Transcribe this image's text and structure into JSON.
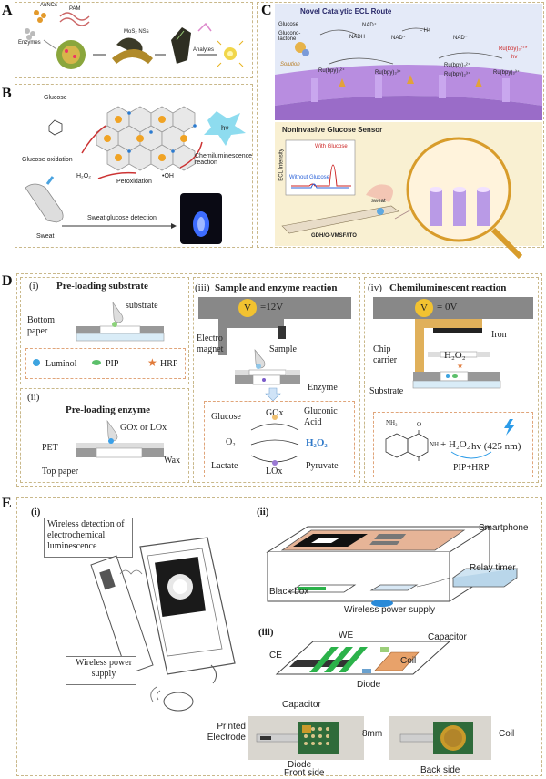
{
  "panels": {
    "a": "A",
    "b": "B",
    "c": "C",
    "d": "D",
    "e": "E"
  },
  "panel_a": {
    "labels": {
      "aunc": "AuNCs",
      "pam": "PAM",
      "enzymes": "Enzymes",
      "mos2": "MoS₂ NSs",
      "analytes": "Analytes"
    }
  },
  "panel_b": {
    "glucose": "Glucose",
    "glucose_ox": "Glucose oxidation",
    "h2o2": "H₂O₂",
    "peroxidation": "Peroxidation",
    "oh": "•OH",
    "chemilum": "Chemiluminescence reaction",
    "hv": "hν",
    "sweat_detect": "Sweat glucose detection",
    "sweat": "Sweat"
  },
  "panel_c": {
    "route_title": "Novel Catalytic ECL Route",
    "glucose": "Glucose",
    "gluconolactone": "Glucono-lactone",
    "nad_plus": "NAD⁺",
    "nadh": "NADH",
    "nad_plus2": "NAD⁺",
    "nad_minus": "NAD⁻",
    "h_minus": "- H⁺",
    "ru2": "Ru(bpy)₃²⁺",
    "ru3": "Ru(bpy)₃³⁺",
    "ru2b": "Ru(bpy)₃²⁺",
    "ru2star": "Ru(bpy)₃²⁺*",
    "hv": "hv",
    "ru3b": "Ru(bpy)₃³⁺",
    "ru3c": "Ru(bpy)₃³⁺",
    "solution": "Solution",
    "sensor_title": "Noninvasive Glucose Sensor",
    "with_glucose": "With Glucose",
    "without_glucose": "Without Glucose",
    "ecl_intensity": "ECL Intensity",
    "sweat": "sweat",
    "electrode": "GDH/O-VMSF/ITO"
  },
  "panel_d": {
    "i_title": "Pre-loading substrate",
    "i_num": "(i)",
    "substrate": "substrate",
    "bottom_paper": "Bottom paper",
    "luminol": "Luminol",
    "pip": "PIP",
    "hrp": "HRP",
    "ii_num": "(ii)",
    "ii_title": "Pre-loading enzyme",
    "gox_lox": "GOx or LOx",
    "pet": "PET",
    "wax": "Wax",
    "top_paper": "Top paper",
    "iii_num": "(iii)",
    "iii_title": "Sample and enzyme reaction",
    "v1": "V",
    "v1_val": "=12V",
    "electromagnet": "Electro magnet",
    "sample": "Sample",
    "enzyme": "Enzyme",
    "glucose": "Glucose",
    "gox": "GOx",
    "gluconic": "Gluconic Acid",
    "o2": "O₂",
    "h2o2": "H₂O₂",
    "lactate": "Lactate",
    "lox": "LOx",
    "pyruvate": "Pyruvate",
    "iv_num": "(iv)",
    "iv_title": "Chemiluminescent reaction",
    "v2": "V",
    "v2_val": "= 0V",
    "iron": "Iron",
    "chip_carrier": "Chip carrier",
    "h2o2b": "H₂O₂",
    "substrate2": "Substrate",
    "plus_h2o2": "+ H₂O₂",
    "hv": "hv (425 nm)",
    "piphrp": "PIP+HRP",
    "nh2": "NH₂",
    "nh": "NH",
    "o": "O"
  },
  "panel_e": {
    "i_num": "(i)",
    "wireless_detect": "Wireless detection of electrochemical luminescence",
    "wireless_power": "Wireless power supply",
    "ii_num": "(ii)",
    "smartphone": "Smartphone",
    "relay": "Relay timer",
    "black_box": "Black box",
    "wpower2": "Wireless power supply",
    "iii_num": "(iii)",
    "we": "WE",
    "capacitor": "Capacitor",
    "ce": "CE",
    "coil": "Coil",
    "diode": "Diode",
    "capacitor2": "Capacitor",
    "printed_electrode": "Printed Electrode",
    "size": "8mm",
    "diode2": "Diode",
    "front_side": "Front side",
    "back_side": "Back side",
    "coil2": "Coil"
  }
}
